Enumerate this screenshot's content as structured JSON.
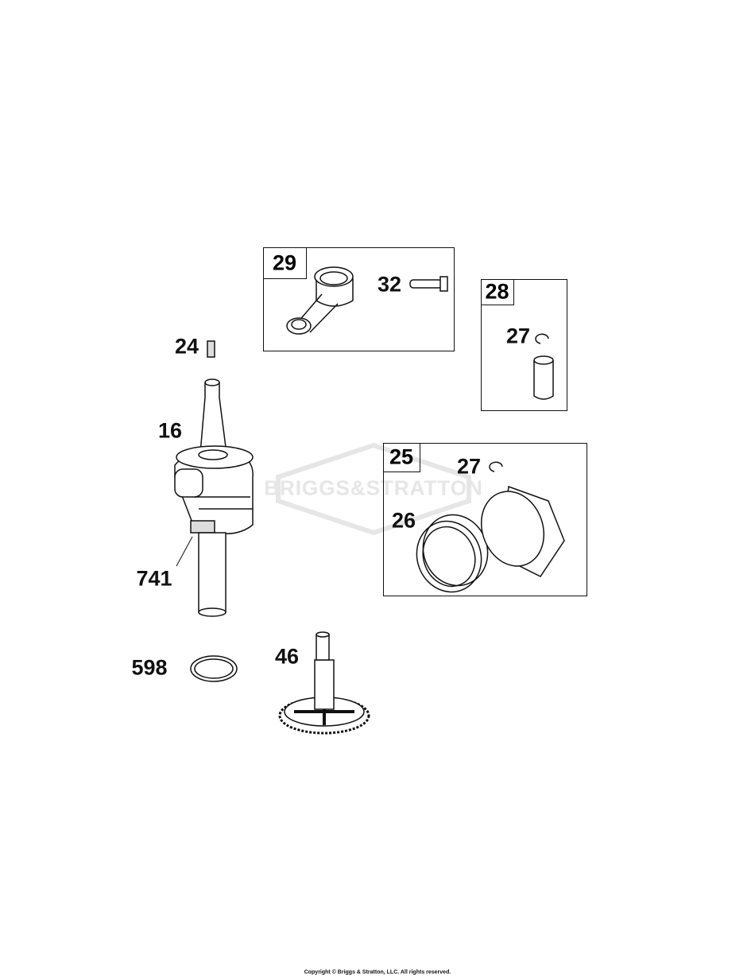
{
  "watermark": "BRIGGS&STRATTON",
  "copyright": "Copyright © Briggs & Stratton, LLC. All rights reserved.",
  "kits": [
    {
      "ref": "29",
      "contains": [
        "32"
      ]
    },
    {
      "ref": "28",
      "contains": [
        "27"
      ]
    },
    {
      "ref": "25",
      "contains": [
        "27",
        "26"
      ]
    }
  ],
  "labels": {
    "p29": "29",
    "p32": "32",
    "p28": "28",
    "p27a": "27",
    "p24": "24",
    "p16": "16",
    "p25": "25",
    "p27b": "27",
    "p26": "26",
    "p741": "741",
    "p598": "598",
    "p46": "46"
  }
}
